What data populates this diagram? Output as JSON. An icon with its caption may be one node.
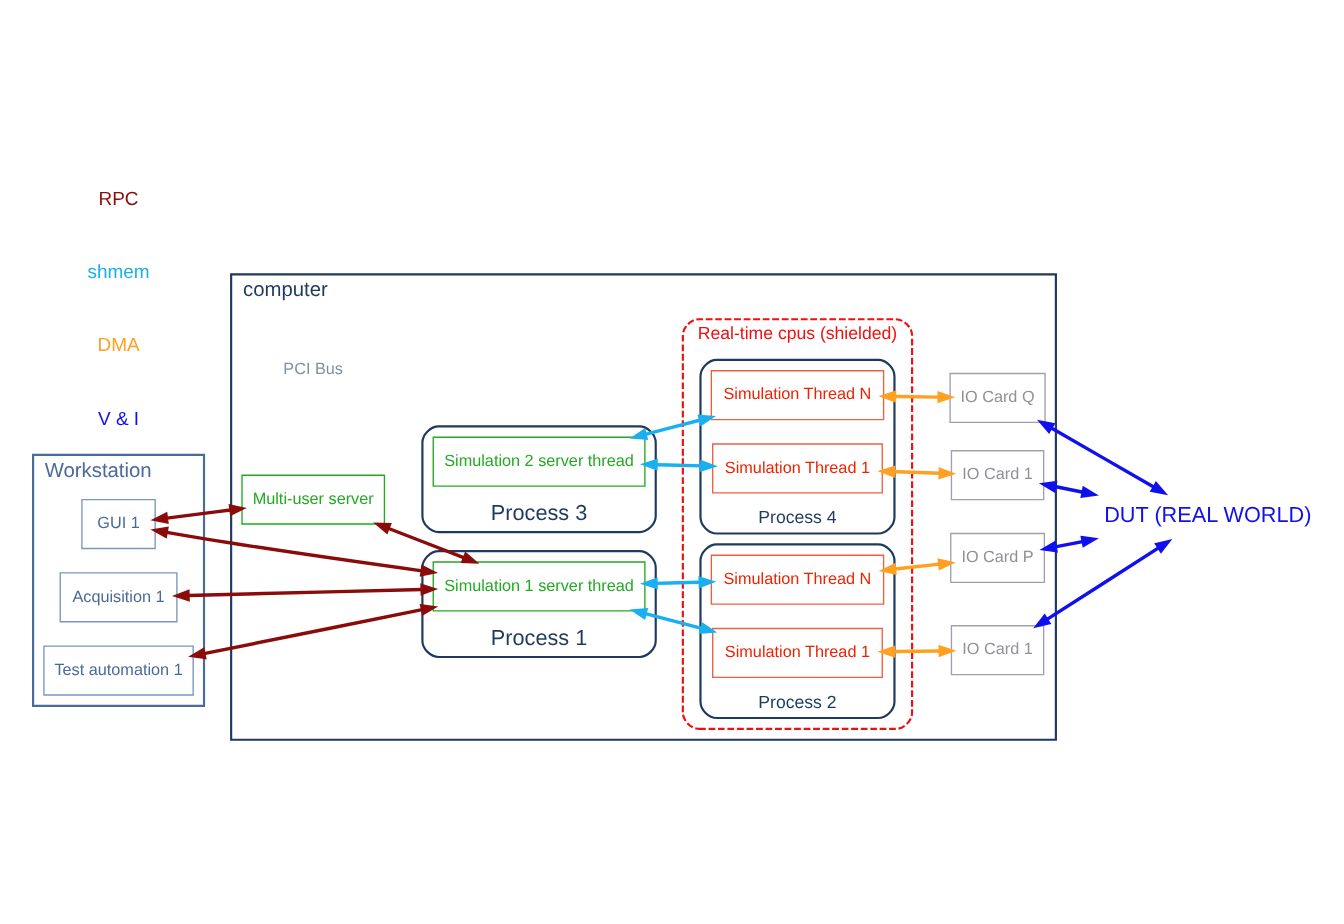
{
  "diagram": {
    "nodes": [
      {
        "text": [
          "computer"
        ]
      },
      {
        "text": [
          "Multi-user server"
        ],
        "in": 0
      },
      {
        "text": [
          "Process 1"
        ],
        "in": 0
      },
      {
        "text": [
          "Simulation 1 server thread"
        ],
        "in": 2
      },
      {
        "text": [
          "Process 3"
        ],
        "in": 0
      },
      {
        "text": [
          "Simulation 2 server thread"
        ],
        "in": 4
      },
      {
        "text": [
          "Real-time cpus (shielded)"
        ],
        "in": 0
      },
      {
        "text": [
          "Process 2"
        ],
        "in": 6
      },
      {
        "text": [
          "Simulation Thread 1"
        ],
        "in": 7
      },
      {
        "text": [
          "Simulation Thread N"
        ],
        "in": 7
      },
      {
        "text": [
          "Process 4"
        ],
        "in": 6
      },
      {
        "text": [
          "Simulation Thread 1"
        ],
        "in": 10
      },
      {
        "text": [
          "Simulation Thread N"
        ],
        "in": 10
      },
      {
        "text": [
          "IO Card 1"
        ],
        "in": 0
      },
      {
        "text": [
          "IO Card P"
        ],
        "in": 0
      },
      {
        "text": [
          "IO Card 1"
        ],
        "in": 0
      },
      {
        "text": [
          "IO Card Q"
        ],
        "in": 0
      },
      {
        "text": [
          "DUT (REAL WORLD)"
        ]
      },
      {
        "text": [
          "Workstation"
        ]
      },
      {
        "text": [
          "GUI 1"
        ],
        "in": 18
      },
      {
        "text": [
          "Acquisition 1"
        ],
        "in": 18
      },
      {
        "text": [
          "Test automation 1"
        ],
        "in": 18
      }
    ],
    "edges": [
      {
        "from": 19,
        "to": 1,
        "arrow": "both",
        "color": "#8b0a0a"
      },
      {
        "from": 1,
        "to": 3,
        "arrow": "both",
        "color": "#8b0a0a"
      },
      {
        "from": 19,
        "to": 3,
        "arrow": "both",
        "color": "#8b0a0a"
      },
      {
        "from": 20,
        "to": 3,
        "arrow": "both",
        "color": "#8b0a0a"
      },
      {
        "from": 21,
        "to": 3,
        "arrow": "both",
        "color": "#8b0a0a"
      },
      {
        "from": 3,
        "to": 8,
        "arrow": "both",
        "color": "#1ab0f0"
      },
      {
        "from": 3,
        "to": 9,
        "arrow": "both",
        "color": "#1ab0f0"
      },
      {
        "from": 5,
        "to": 11,
        "arrow": "both",
        "color": "#1ab0f0"
      },
      {
        "from": 5,
        "to": 12,
        "arrow": "both",
        "color": "#1ab0f0"
      },
      {
        "from": 8,
        "to": 13,
        "arrow": "both",
        "color": "#ffa020"
      },
      {
        "from": 9,
        "to": 14,
        "arrow": "both",
        "color": "#ffa020"
      },
      {
        "from": 11,
        "to": 15,
        "arrow": "both",
        "color": "#ffa020"
      },
      {
        "from": 12,
        "to": 16,
        "arrow": "both",
        "color": "#ffa020"
      },
      {
        "from": 13,
        "to": 17,
        "arrow": "both",
        "color": "#1010ee"
      },
      {
        "from": 14,
        "to": 17,
        "arrow": "both",
        "color": "#1010ee"
      },
      {
        "from": 15,
        "to": 17,
        "arrow": "both",
        "color": "#1010ee"
      },
      {
        "from": 16,
        "to": 17,
        "arrow": "both",
        "color": "#1010ee"
      }
    ],
    "labels": [
      "PCI Bus"
    ],
    "legend": [
      {
        "text": "RPC",
        "color": "#8b0a0a"
      },
      {
        "text": "shmem",
        "color": "#1ab0f0"
      },
      {
        "text": "DMA",
        "color": "#ffa020"
      },
      {
        "text": "V & I",
        "color": "#1010ee"
      }
    ]
  }
}
